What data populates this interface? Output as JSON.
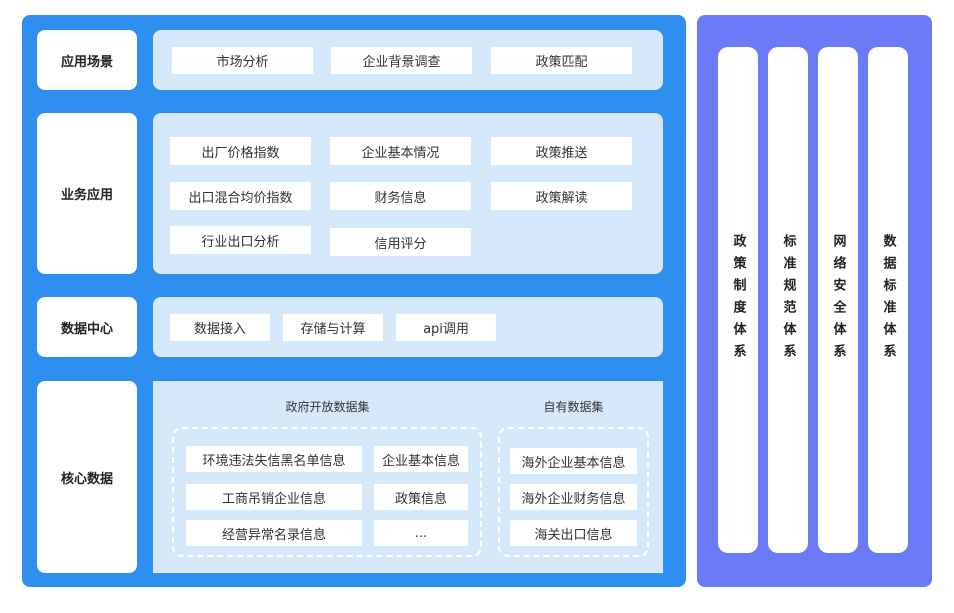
{
  "rows": {
    "scene": {
      "label": "应用场景",
      "items": [
        "市场分析",
        "企业背景调查",
        "政策匹配"
      ]
    },
    "business": {
      "label": "业务应用",
      "items": [
        "出厂价格指数",
        "企业基本情况",
        "政策推送",
        "出口混合均价指数",
        "财务信息",
        "政策解读",
        "行业出口分析",
        "信用评分"
      ]
    },
    "datacenter": {
      "label": "数据中心",
      "items": [
        "数据接入",
        "存储与计算",
        "api调用"
      ]
    },
    "core": {
      "label": "核心数据",
      "gov_title": "政府开放数据集",
      "own_title": "自有数据集",
      "gov_items": [
        "环境违法失信黑名单信息",
        "企业基本信息",
        "工商吊销企业信息",
        "政策信息",
        "经营异常名录信息",
        "..."
      ],
      "own_items": [
        "海外企业基本信息",
        "海外企业财务信息",
        "海关出口信息"
      ]
    }
  },
  "systems": [
    "政策制度体系",
    "标准规范体系",
    "网络安全体系",
    "数据标准体系"
  ],
  "colors": {
    "main_panel": "#2f8ff0",
    "side_panel": "#6b7bf7",
    "content_bg": "#d6e9fb",
    "chip_bg": "#ffffff"
  }
}
